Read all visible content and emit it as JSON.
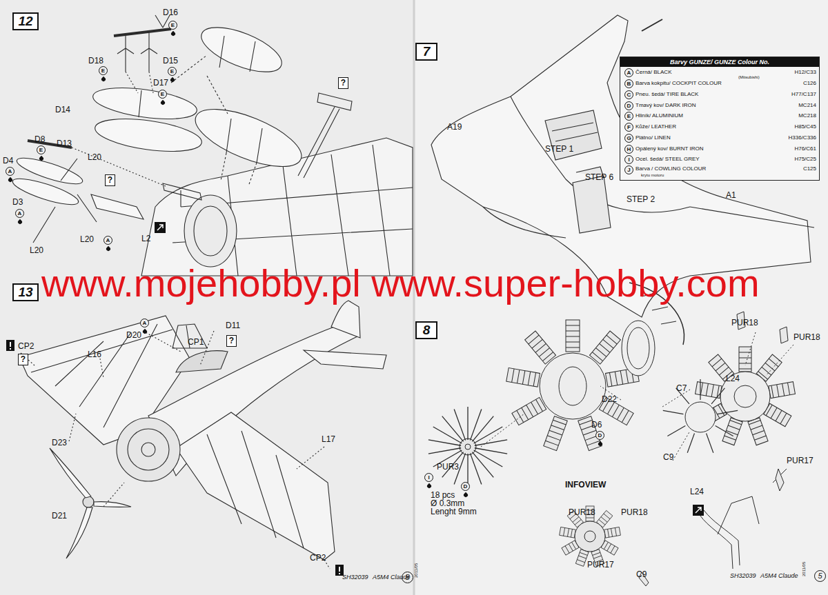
{
  "diagram": {
    "nodes": [
      {
        "text": [
          "12"
        ]
      },
      {
        "text": [
          "13"
        ]
      },
      {
        "text": [
          "7"
        ]
      },
      {
        "text": [
          "Barvy GUNZE/ GUNZE Colour No."
        ]
      },
      {
        "text": [
          "8"
        ]
      }
    ],
    "labels": [
      "D16",
      "E",
      "D18",
      "E",
      "D15",
      "E",
      "D17",
      "E",
      "D14",
      "D13",
      "?",
      "D8",
      "E",
      "D4",
      "A",
      "L20",
      "D3",
      "A",
      "?",
      "L20",
      "A",
      "L2",
      "L20",
      "D20",
      "A",
      "CP1",
      "D11",
      "?",
      "L16",
      "CP2",
      "?",
      "D23",
      "D21",
      "L17",
      "CP2",
      "A19",
      "STEP 1",
      "STEP 6",
      "STEP 2",
      "A1",
      "A",
      "Černá/ BLACK",
      "H12/C33",
      "B",
      "Barva kokpitu/ COCKPIT COLOUR",
      "(Mitsubishi)",
      "C126",
      "C",
      "Pneu. šedá/ TIRE BLACK",
      "H77/C137",
      "D",
      "Tmavý kov/ DARK IRON",
      "MC214",
      "E",
      "Hliník/ ALUMINIUM",
      "MC218",
      "F",
      "Kůže/ LEATHER",
      "H85/C45",
      "G",
      "Plátno/ LINEN",
      "H336/C336",
      "H",
      "Opálený kov/ BURNT IRON",
      "H76/C61",
      "I",
      "Ocel. šedá/ STEEL GREY",
      "H75/C25",
      "J",
      "Barva / COWLING COLOUR",
      "krytu motoru",
      "C125",
      "PUR18",
      "PUR18",
      "L24",
      "C7",
      "D22",
      "D6",
      "D",
      "C9",
      "PUR3",
      "I",
      "18 pcs",
      "D",
      "Ø 0.3mm",
      "Lenght 9mm",
      "INFOVIEW",
      "PUR18",
      "PUR18",
      "PUR17",
      "PUR17",
      "L24",
      "C9",
      "SH32039",
      "A5M4 Claude",
      "2011/05",
      "8",
      "SH32039",
      "A5M4 Claude",
      "2011/05",
      "5",
      "www.mojehobby.pl www.super-hobby.com"
    ]
  }
}
